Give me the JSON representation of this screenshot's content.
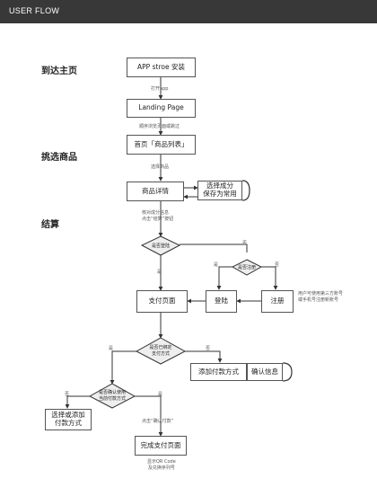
{
  "header": {
    "title": "USER FLOW",
    "bg": "#383838"
  },
  "sections": {
    "home": "到达主页",
    "select": "挑选商品",
    "checkout": "结算"
  },
  "nodes": {
    "app_install": "APP stroe 安装",
    "landing": "Landing Page",
    "home_list": "首页「商品列表」",
    "product_detail": "商品详情",
    "select_spec": "选择成分\n保存为常用",
    "pay_page": "支付页面",
    "login": "登陆",
    "register": "注册",
    "add_payment": "添加付款方式",
    "confirm_info": "确认信息",
    "choose_add_payment": "选择或添加\n付款方式",
    "pay_done": "完成支付页面"
  },
  "decisions": {
    "is_logged_in": "是否登陆",
    "is_registered": "是否注册",
    "is_bound": "是否已绑定\n支付方式",
    "confirm_use": "是否确认使用\n当前付款方式"
  },
  "notes": {
    "open_app": "打开app",
    "browse_skip": "顺序浏览页面或跳过",
    "choose_product": "选择商品",
    "check_spec": "核对成分信息\n点击“结算”按钮",
    "third_party": "用户可使用第三方账号\n或手机号注册新账号",
    "click_confirm": "点击“确认付款”",
    "show_qr": "显示QR Code\n及兑换序列号"
  },
  "branch_labels": {
    "yes": "是",
    "no": "否"
  }
}
